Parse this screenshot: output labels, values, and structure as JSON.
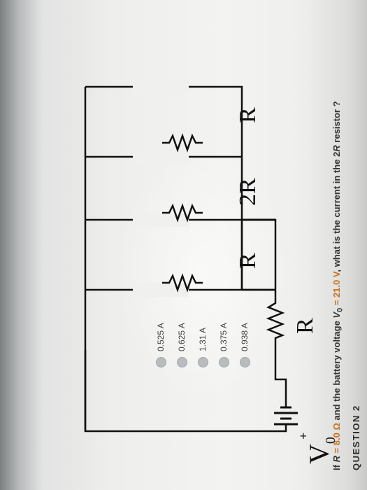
{
  "question": {
    "title": "QUESTION 2",
    "text_if": "If",
    "text_r_var": "R",
    "text_r_eq": " = 8.0 Ω",
    "text_mid": " and the battery voltage",
    "text_v": "V",
    "text_v_sub": "0",
    "text_v_eq": " = 21.0 V",
    "text_end": ", what is the current in the 2",
    "text_r2": "R",
    "text_tail": " resistor ?"
  },
  "circuit": {
    "v_label": "V",
    "v_sub": "0",
    "plus": "+",
    "r_top": "R",
    "r1": "R",
    "r2": "2R",
    "r3": "R"
  },
  "options": [
    {
      "label": "0.938 A"
    },
    {
      "label": "0.375 A"
    },
    {
      "label": "1.31 A"
    },
    {
      "label": "0.625 A"
    },
    {
      "label": "0.525 A"
    }
  ]
}
